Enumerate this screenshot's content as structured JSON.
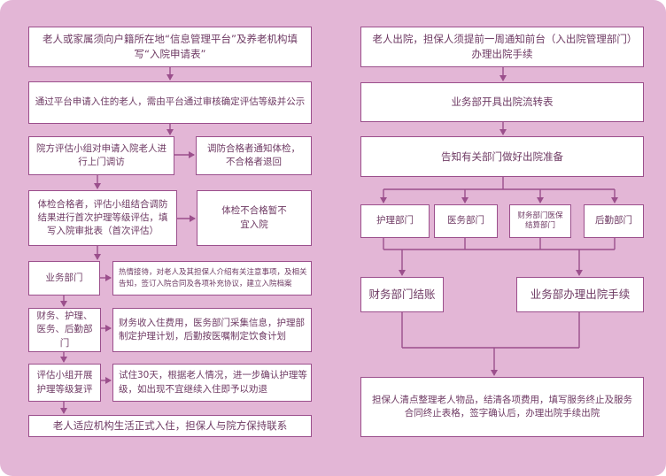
{
  "left": {
    "step1": "老人或家属须向户籍所在地“信息管理平台”及养老机构填写“入院申请表”",
    "step2": "通过平台申请入住的老人，需由平台通过审核确定评估等级并公示",
    "step3": "院方评估小组对申请入院老人进行上门调访",
    "step3_side": "调防合格者通知体检，不合格者退回",
    "step4": "体检合格者，评估小组结合调防结果进行首次护理等级评估，填写入院审批表（首次评估）",
    "step4_side": "体检不合格暂不宜入院",
    "step5": "业务部门",
    "step5_side": "热情接待，对老人及其担保人介绍有关注意事项，及相关告知，签订入院合同及各项补充协议，建立入院档案",
    "step6": "财务、护理、医务、后勤部门",
    "step6_side": "财务收入住费用，医务部门采集信息，护理部制定护理计划，后勤按医嘱制定饮食计划",
    "step7": "评估小组开展护理等级复评",
    "step7_side": "试住30天，根据老人情况，进一步确认护理等级，如出现不宜继续入住即予以劝退",
    "step8": "老人适应机构生活正式入住，担保人与院方保持联系"
  },
  "right": {
    "step1": "老人出院，担保人须提前一周通知前台（入出院管理部门）办理出院手续",
    "step2": "业务部开具出院流转表",
    "step3": "告知有关部门做好出院准备",
    "dept1": "护理部门",
    "dept2": "医务部门",
    "dept3": "财务部门医保结算部门",
    "dept4": "后勤部门",
    "finance": "财务部门结账",
    "business": "业务部办理出院手续",
    "final": "担保人清点整理老人物品，结清各项费用，填写服务终止及服务合同终止表格，签字确认后，办理出院手续出院"
  },
  "colors": {
    "background": "#e3b6d6",
    "border": "#9b4f8c",
    "text": "#6e3a63",
    "line": "#9b4f8c"
  }
}
